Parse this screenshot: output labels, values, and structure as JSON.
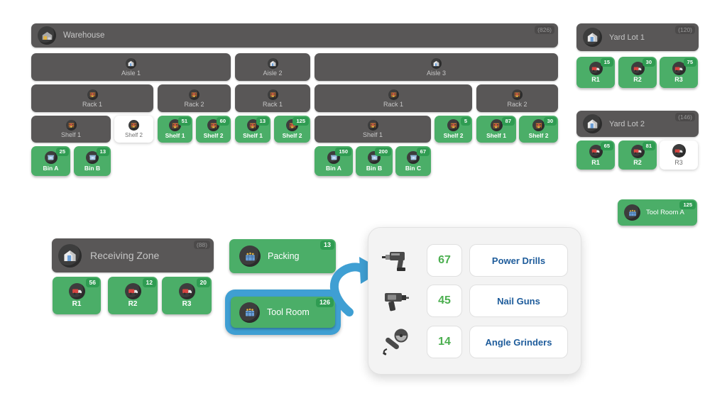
{
  "colors": {
    "card_green": "#4bae68",
    "badge_green": "#2f9c52",
    "card_dark": "#595757",
    "highlight_blue": "#3f9fd3",
    "panel_number_green": "#4caf50",
    "panel_label_blue": "#1e5c9b"
  },
  "warehouse": {
    "label": "Warehouse",
    "badge": "(826)",
    "icon": "warehouse-icon",
    "aisles": [
      {
        "label": "Aisle 1",
        "icon": "building-icon"
      },
      {
        "label": "Aisle 2",
        "icon": "building-icon"
      },
      {
        "label": "Aisle 3",
        "icon": "building-icon"
      }
    ],
    "racks": [
      {
        "label": "Rack 1",
        "icon": "rack-icon"
      },
      {
        "label": "Rack 2",
        "icon": "rack-icon"
      },
      {
        "label": "Rack 1",
        "icon": "rack-icon"
      },
      {
        "label": "Rack 1",
        "icon": "rack-icon"
      },
      {
        "label": "Rack 2",
        "icon": "rack-icon"
      }
    ],
    "shelves": [
      {
        "label": "Shelf 1",
        "icon": "rack-icon"
      },
      {
        "label": "Shelf 2",
        "icon": "rack-icon"
      },
      {
        "label": "Shelf 1",
        "icon": "rack-icon",
        "count": "51"
      },
      {
        "label": "Shelf 2",
        "icon": "rack-icon",
        "count": "60"
      },
      {
        "label": "Shelf 1",
        "icon": "rack-icon",
        "count": "13"
      },
      {
        "label": "Shelf 2",
        "icon": "rack-icon",
        "count": "125"
      },
      {
        "label": "Shelf 1",
        "icon": "rack-icon"
      },
      {
        "label": "Shelf 2",
        "icon": "rack-icon",
        "count": "5"
      },
      {
        "label": "Shelf 1",
        "icon": "rack-icon",
        "count": "87"
      },
      {
        "label": "Shelf 2",
        "icon": "rack-icon",
        "count": "30"
      }
    ],
    "bins": [
      {
        "label": "Bin A",
        "icon": "bin-icon",
        "count": "25"
      },
      {
        "label": "Bin B",
        "icon": "bin-icon",
        "count": "13"
      },
      {
        "label": "Bin A",
        "icon": "bin-icon",
        "count": "150"
      },
      {
        "label": "Bin B",
        "icon": "bin-icon",
        "count": "200"
      },
      {
        "label": "Bin C",
        "icon": "bin-icon",
        "count": "67"
      }
    ]
  },
  "yard_lot_1": {
    "label": "Yard Lot 1",
    "badge": "(120)",
    "icon": "building-icon",
    "rows": [
      {
        "label": "R1",
        "icon": "truck-icon",
        "count": "15"
      },
      {
        "label": "R2",
        "icon": "truck-icon",
        "count": "30"
      },
      {
        "label": "R3",
        "icon": "truck-icon",
        "count": "75"
      }
    ]
  },
  "yard_lot_2": {
    "label": "Yard Lot 2",
    "badge": "(146)",
    "icon": "building-icon",
    "rows": [
      {
        "label": "R1",
        "icon": "truck-icon",
        "count": "65"
      },
      {
        "label": "R2",
        "icon": "truck-icon",
        "count": "81"
      },
      {
        "label": "R3",
        "icon": "truck-icon"
      }
    ]
  },
  "tool_room_a": {
    "label": "Tool Room A",
    "count": "125",
    "icon": "crate-icon"
  },
  "receiving_zone": {
    "label": "Receiving Zone",
    "badge": "(88)",
    "icon": "building-icon",
    "rows": [
      {
        "label": "R1",
        "icon": "truck-icon",
        "count": "56"
      },
      {
        "label": "R2",
        "icon": "truck-icon",
        "count": "12"
      },
      {
        "label": "R3",
        "icon": "truck-icon",
        "count": "20"
      }
    ]
  },
  "packing": {
    "label": "Packing",
    "count": "13",
    "icon": "crate-icon"
  },
  "tool_room": {
    "label": "Tool Room",
    "count": "126",
    "icon": "crate-icon",
    "selected": true
  },
  "detail_panel": {
    "rows": [
      {
        "icon": "power-drill-icon",
        "count": "67",
        "label": "Power Drills"
      },
      {
        "icon": "nail-gun-icon",
        "count": "45",
        "label": "Nail Guns"
      },
      {
        "icon": "angle-grinder-icon",
        "count": "14",
        "label": "Angle Grinders"
      }
    ]
  }
}
